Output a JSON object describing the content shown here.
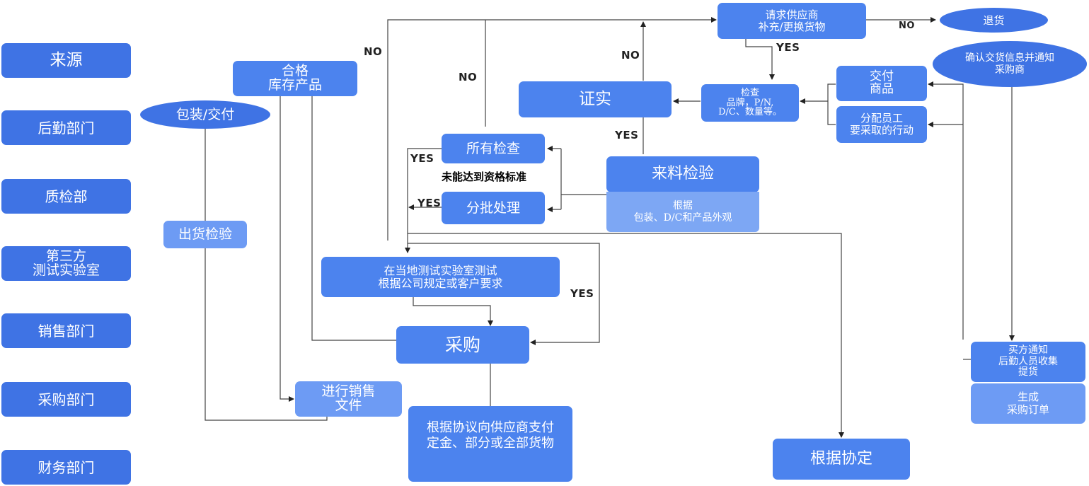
{
  "departments": [
    "来源",
    "后勤部门",
    "质检部",
    "第三方\n测试实验室",
    "销售部门",
    "采购部门",
    "财务部门"
  ],
  "nodes": {
    "packaging": "包装/交付",
    "qualified_stock": "合格\n库存产品",
    "outbound_inspection": "出货检验",
    "sales_docs": "进行销售\n文件",
    "request_supplier": "请求供应商\n补充/更换货物",
    "return_goods": "退货",
    "confirm_delivery": "确认交货信息并通知\n采购商",
    "verify": "证实",
    "check_details": "检查\n品牌，P/N,\nD/C、数量等。",
    "deliver_goods": "交付\n商品",
    "assign_staff": "分配员工\n要采取的行动",
    "all_checks": "所有检查",
    "batch_processing": "分批处理",
    "incoming_inspection": "来料检验",
    "inspection_basis": "根据\n包装、D/C和产品外观",
    "local_lab_test": "在当地测试实验室测试\n根据公司规定或客户要求",
    "procurement": "采购",
    "payment": "根据协议向供应商支付\n定金、部分或全部货物",
    "per_agreement": "根据协定",
    "buyer_notify": "买方通知\n后勤人员收集\n提货",
    "generate_po": "生成\n采购订单"
  },
  "labels": {
    "no_1": "NO",
    "no_2": "NO",
    "no_3": "NO",
    "no_4": "NO",
    "yes_1": "YES",
    "yes_2": "YES",
    "yes_3": "YES",
    "yes_4": "YES",
    "yes_5": "YES",
    "fail_standard": "未能达到资格标准"
  },
  "colors": {
    "dept": "#3f73e4",
    "process": "#4c83ee",
    "process_light": "#6d9bf4",
    "line": "#333333"
  }
}
